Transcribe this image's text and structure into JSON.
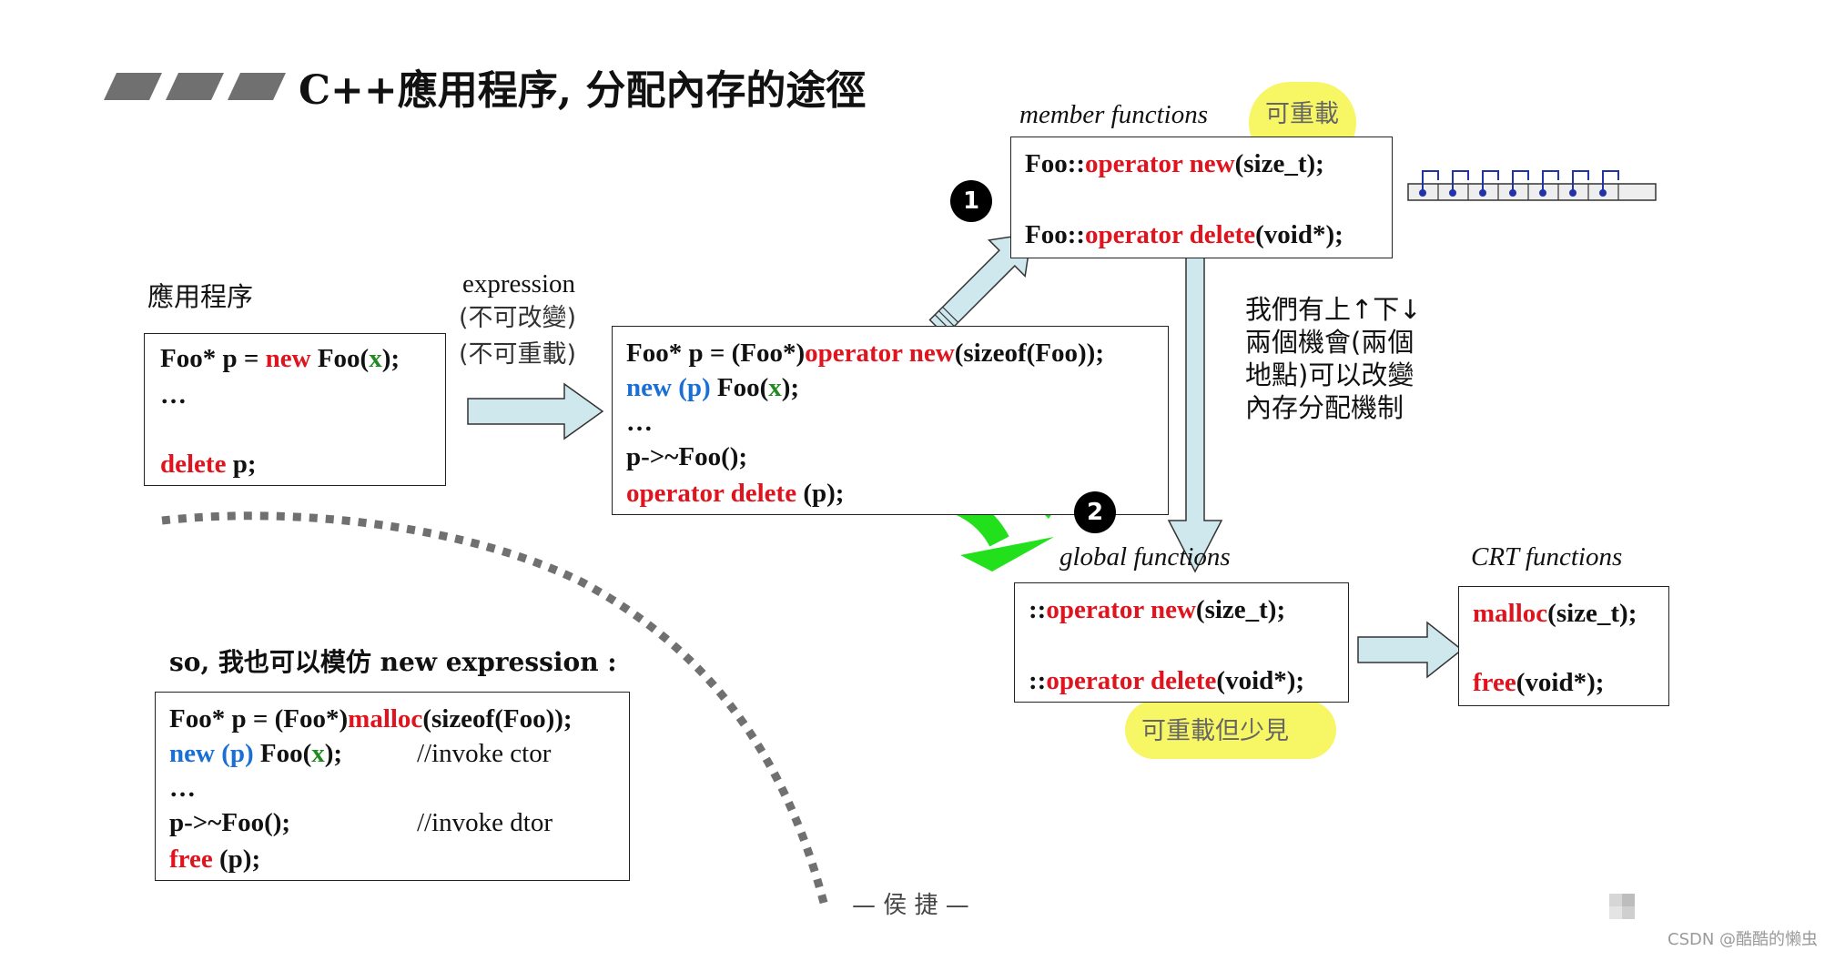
{
  "title": "C++應用程序, 分配內存的途徑",
  "app_label": "應用程序",
  "app_code": {
    "line1": {
      "a": "Foo* p = ",
      "new": "new",
      "b": " Foo(",
      "x": "x",
      "c": ");"
    },
    "line2": "…",
    "line3": {
      "delete": "delete",
      "b": " p;"
    }
  },
  "expression_labels": {
    "line1": "expression",
    "line2": "(不可改變)",
    "line3": "(不可重載)"
  },
  "expr_code": {
    "line1": {
      "a": "Foo* p = (Foo*)",
      "op": "operator new",
      "b": "(sizeof(Foo));"
    },
    "line2": {
      "new": "new (p)",
      "b": " Foo(",
      "x": "x",
      "c": ");"
    },
    "line3": "…",
    "line4": "p->~Foo();",
    "line5": {
      "op": "operator delete",
      "b": " (p);"
    }
  },
  "member": {
    "label": "member functions",
    "overload": "可重載",
    "line1": {
      "a": "Foo::",
      "op": "operator new",
      "b": "(size_t);"
    },
    "line2": {
      "a": "Foo::",
      "op": "operator delete",
      "b": "(void*);"
    }
  },
  "badges": {
    "one": "1",
    "two": "2"
  },
  "note": [
    "我們有上↑下↓",
    "兩個機會(兩個",
    "地點)可以改變",
    "內存分配機制"
  ],
  "global": {
    "label": "global functions",
    "overload": "可重載但少見",
    "line1": {
      "a": "::",
      "op": "operator new",
      "b": "(size_t);"
    },
    "line2": {
      "a": "::",
      "op": "operator delete",
      "b": "(void*);"
    }
  },
  "crt": {
    "label": "CRT functions",
    "line1": {
      "op": "malloc",
      "b": "(size_t);"
    },
    "line2": {
      "op": "free",
      "b": "(void*);"
    }
  },
  "imitate": {
    "label": "so, 我也可以模仿 new expression :",
    "line1": {
      "a": "Foo* p = (Foo*)",
      "op": "malloc",
      "b": "(sizeof(Foo));"
    },
    "line2": {
      "new": "new (p)",
      "b": " Foo(",
      "x": "x",
      "c": ");",
      "comment": "//invoke ctor"
    },
    "line3": "…",
    "line4": {
      "a": "p->~Foo();",
      "comment": "//invoke dtor"
    },
    "line5": {
      "op": "free",
      "b": " (p);"
    }
  },
  "author": "— 侯 捷 —",
  "watermark": "CSDN @酷酷的懒虫",
  "colors": {
    "keyword": "#e0141e",
    "placement": "#1a6fd6",
    "arg": "#1f8a1f",
    "highlight": "#f6f54a",
    "arrow_fill": "#cfe8ee",
    "green_arrow": "#22e01c"
  }
}
